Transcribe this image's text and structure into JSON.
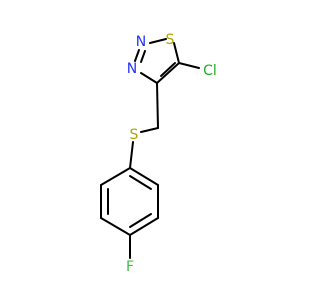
{
  "molecule": {
    "atoms": [
      {
        "id": "s_ring",
        "symbol": "S",
        "color": "#b3a400"
      },
      {
        "id": "n2",
        "symbol": "N",
        "color": "#2233ff"
      },
      {
        "id": "n3",
        "symbol": "N",
        "color": "#2233ff"
      },
      {
        "id": "cl",
        "symbol": "Cl",
        "color": "#22aa22"
      },
      {
        "id": "s_thio",
        "symbol": "S",
        "color": "#b3a400"
      },
      {
        "id": "f",
        "symbol": "F",
        "color": "#44bb44"
      }
    ]
  }
}
